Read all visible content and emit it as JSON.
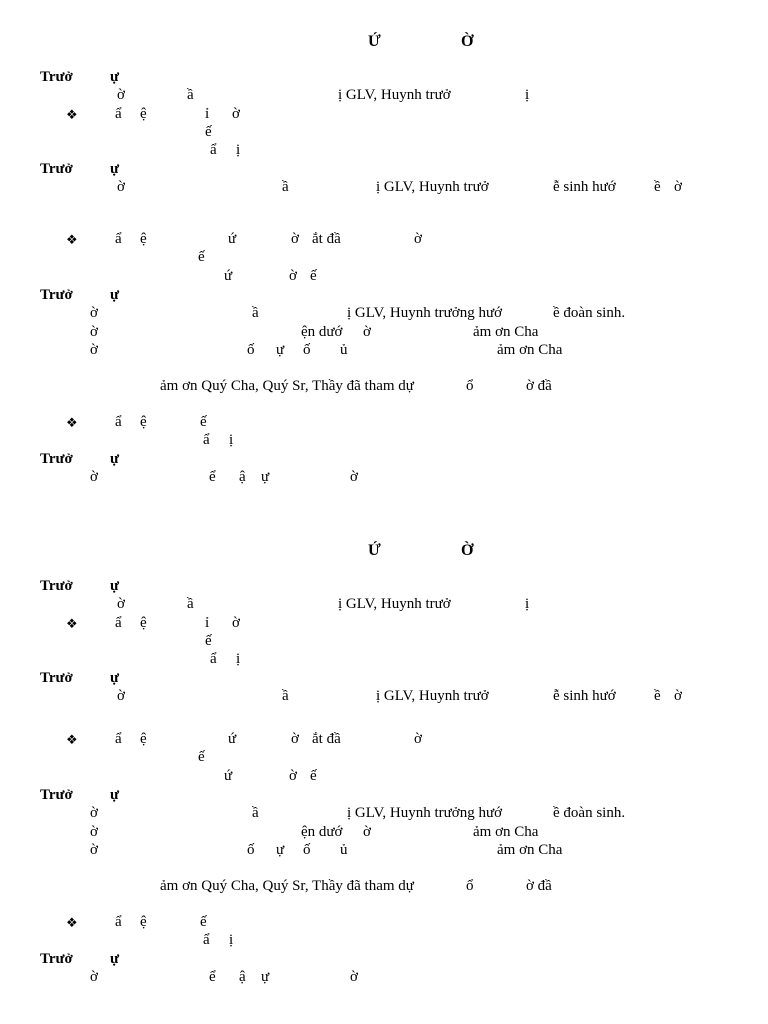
{
  "sections": [
    {
      "title_parts": [
        "Ứ",
        "Ờ"
      ],
      "lines": [
        {
          "label": "Trưở",
          "label2": "ự"
        },
        {
          "parts": [
            "ờ",
            "ầ",
            "ị GLV, Huynh trưở",
            "ị"
          ]
        },
        {
          "bullet": "❖",
          "parts": [
            "ẩ",
            "ệ",
            "ỉ",
            "ờ"
          ]
        },
        {
          "parts": [
            "ế"
          ]
        },
        {
          "parts": [
            "ẩ",
            "ị"
          ]
        },
        {
          "label": "Trưở",
          "label2": "ự"
        },
        {
          "parts": [
            "ờ",
            "ầ",
            "ị GLV, Huynh trưở",
            "ễ sinh hướ",
            "ề",
            "ờ"
          ]
        },
        {
          "bullet": "❖",
          "parts": [
            "ẩ",
            "ệ",
            "ứ",
            "ờ",
            "ắt đầ",
            "ờ"
          ]
        },
        {
          "parts": [
            "ế"
          ]
        },
        {
          "parts": [
            "ứ",
            "ờ",
            "ế"
          ]
        },
        {
          "label": "Trưở",
          "label2": "ự"
        },
        {
          "parts": [
            "ờ",
            "ầ",
            "ị GLV, Huynh trưởng hướ",
            "ề đoàn sinh."
          ]
        },
        {
          "parts": [
            "ờ",
            "ện dướ",
            "ờ",
            "ảm ơn Cha"
          ]
        },
        {
          "parts": [
            "ờ",
            "ố",
            "ự",
            "ố",
            "ủ",
            "ảm ơn Cha"
          ]
        },
        {
          "parts": [
            "ảm ơn Quý Cha, Quý Sr, Thầy đã tham dự",
            "ổ",
            "ờ đầ"
          ]
        },
        {
          "bullet": "❖",
          "parts": [
            "ẩ",
            "ệ",
            "ế"
          ]
        },
        {
          "parts": [
            "ẩ",
            "ị"
          ]
        },
        {
          "label": "Trưở",
          "label2": "ự"
        },
        {
          "parts": [
            "ờ",
            "ể",
            "ậ",
            "ự",
            "ờ"
          ]
        }
      ]
    },
    {
      "title_parts": [
        "Ứ",
        "Ờ"
      ],
      "lines": [
        {
          "label": "Trưở",
          "label2": "ự"
        },
        {
          "parts": [
            "ờ",
            "ầ",
            "ị GLV, Huynh trưở",
            "ị"
          ]
        },
        {
          "bullet": "❖",
          "parts": [
            "ẩ",
            "ệ",
            "ỉ",
            "ờ"
          ]
        },
        {
          "parts": [
            "ế"
          ]
        },
        {
          "parts": [
            "ẩ",
            "ị"
          ]
        },
        {
          "label": "Trưở",
          "label2": "ự"
        },
        {
          "parts": [
            "ờ",
            "ầ",
            "ị GLV, Huynh trưở",
            "ễ sinh hướ",
            "ề",
            "ờ"
          ]
        },
        {
          "bullet": "❖",
          "parts": [
            "ẩ",
            "ệ",
            "ứ",
            "ờ",
            "ắt đầ",
            "ờ"
          ]
        },
        {
          "parts": [
            "ế"
          ]
        },
        {
          "parts": [
            "ứ",
            "ờ",
            "ế"
          ]
        },
        {
          "label": "Trưở",
          "label2": "ự"
        },
        {
          "parts": [
            "ờ",
            "ầ",
            "ị GLV, Huynh trưởng hướ",
            "ề đoàn sinh."
          ]
        },
        {
          "parts": [
            "ờ",
            "ện dướ",
            "ờ",
            "ảm ơn Cha"
          ]
        },
        {
          "parts": [
            "ờ",
            "ố",
            "ự",
            "ố",
            "ủ",
            "ảm ơn Cha"
          ]
        },
        {
          "parts": [
            "ảm ơn Quý Cha, Quý Sr, Thầy đã tham dự",
            "ổ",
            "ờ đầ"
          ]
        },
        {
          "bullet": "❖",
          "parts": [
            "ẩ",
            "ệ",
            "ế"
          ]
        },
        {
          "parts": [
            "ẩ",
            "ị"
          ]
        },
        {
          "label": "Trưở",
          "label2": "ự"
        },
        {
          "parts": [
            "ờ",
            "ể",
            "ậ",
            "ự",
            "ờ"
          ]
        }
      ]
    }
  ]
}
